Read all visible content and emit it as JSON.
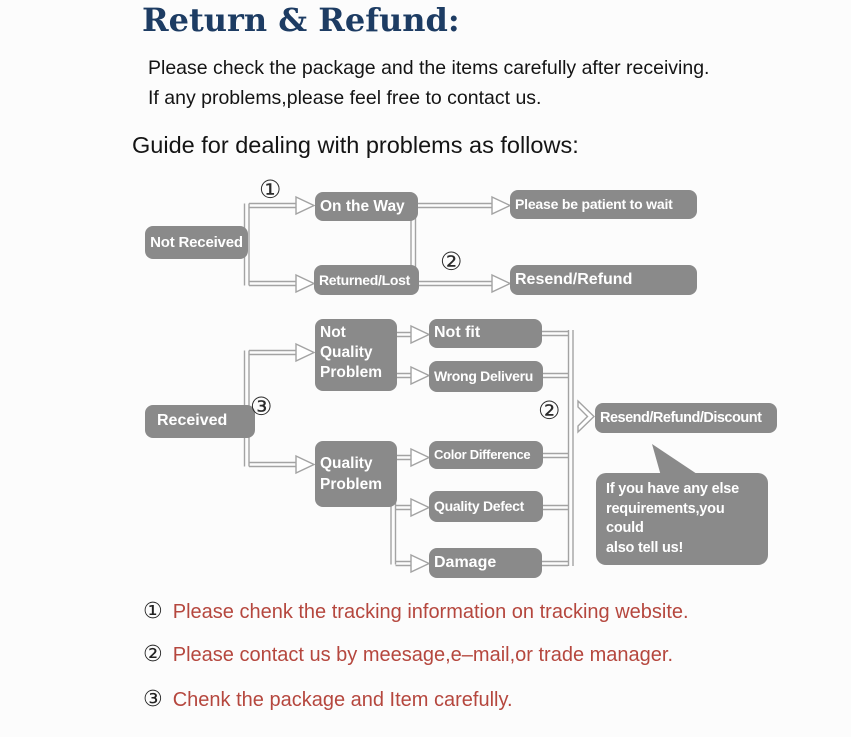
{
  "page": {
    "title": "Return & Refund:",
    "intro_line1": "Please check the package and the items carefully after receiving.",
    "intro_line2": "If any problems,please feel free to contact us.",
    "guide_heading": "Guide for dealing with problems as follows:"
  },
  "colors": {
    "title_navy": "#1d3c63",
    "box_gray": "#8a8a8a",
    "connector_gray": "#a3a3a3",
    "note_red": "#b5473e"
  },
  "flow_not_received": {
    "not_received": "Not Received",
    "marker_1": "①",
    "on_the_way": "On the Way",
    "returned_lost": "Returned/Lost",
    "please_be_patient": "Please be patient to wait",
    "marker_2": "②",
    "resend_refund": "Resend/Refund"
  },
  "flow_received": {
    "received": "Received",
    "marker_3": "③",
    "not_quality_problem": "Not\nQuality\nProblem",
    "quality_problem": "Quality\nProblem",
    "not_fit": "Not fit",
    "wrong_deliveru": "Wrong Deliveru",
    "color_difference": "Color Difference",
    "quality_defect": "Quality Defect",
    "damage": "Damage",
    "marker_2": "②",
    "resend_refund_discount": "Resend/Refund/Discount",
    "bubble_text": "If you have any else\nrequirements,you could\nalso tell us!"
  },
  "notes": [
    {
      "num": "①",
      "text": "Please chenk the tracking information on tracking website."
    },
    {
      "num": "②",
      "text": "Please contact us by meesage,e–mail,or trade manager."
    },
    {
      "num": "③",
      "text": "Chenk the package and Item carefully."
    }
  ]
}
